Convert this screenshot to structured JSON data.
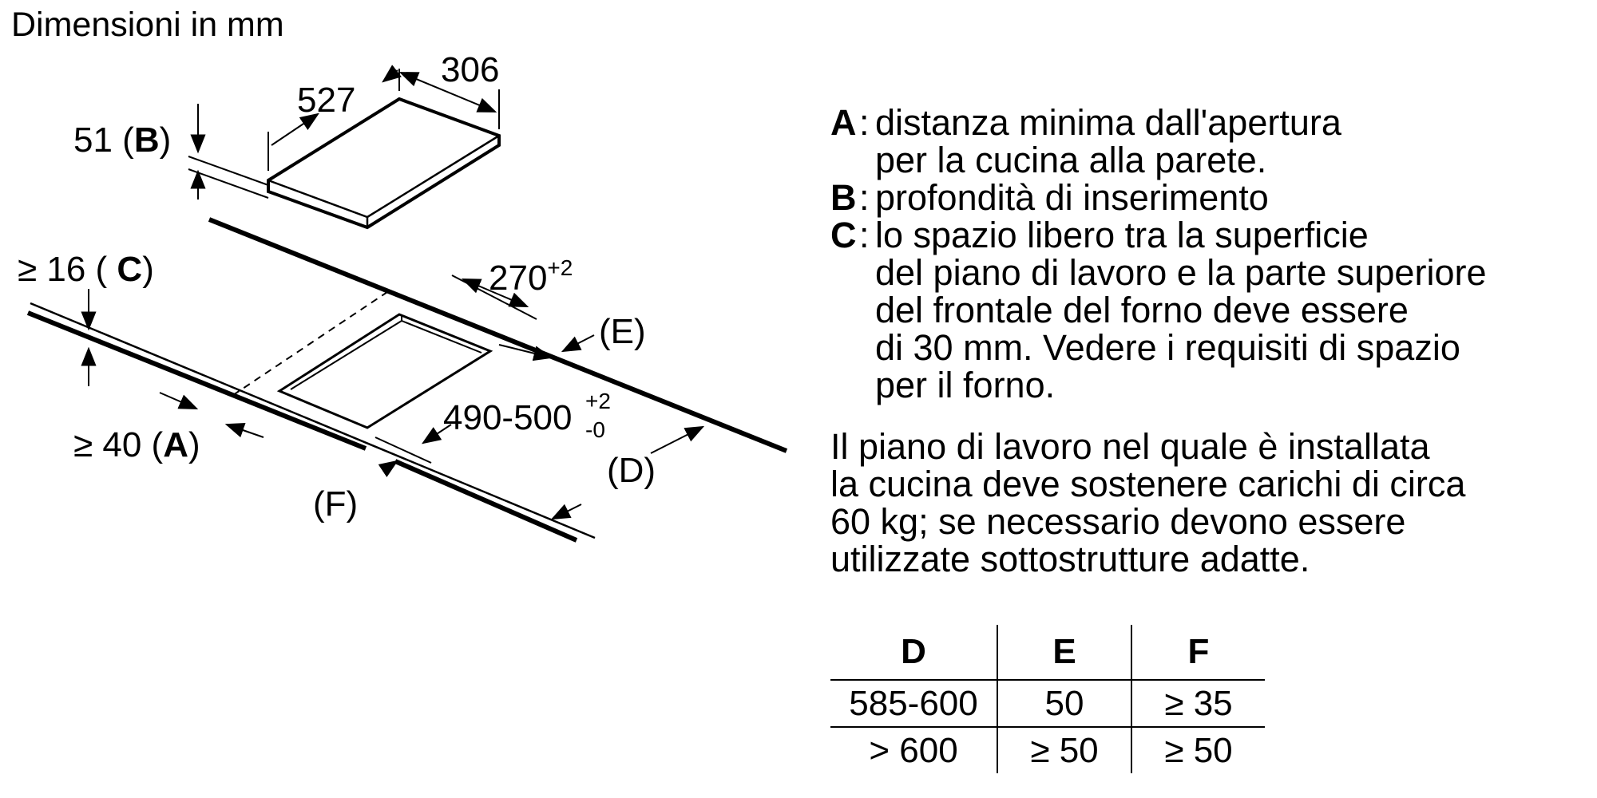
{
  "title": "Dimensioni in mm",
  "diagram": {
    "dim_306": "306",
    "dim_527": "527",
    "dim_51": "51 (",
    "dim_B": "B",
    "dim_51_close": ")",
    "dim_16": "≥ 16 ( ",
    "dim_C": "C",
    "dim_16_close": ")",
    "dim_270": "270",
    "dim_270_sup": "+2",
    "label_E": "(E)",
    "dim_490": "490-500",
    "dim_490_sup": "+2",
    "dim_490_sub": "-0",
    "dim_40": "≥ 40 (",
    "dim_A": "A",
    "dim_40_close": ")",
    "label_D": "(D)",
    "label_F": "(F)"
  },
  "legend": [
    {
      "key": "A",
      "text": "distanza minima dall'apertura\nper la cucina alla parete."
    },
    {
      "key": "B",
      "text": "profondità di inserimento"
    },
    {
      "key": "C",
      "text": "lo spazio libero tra la superficie\ndel piano di lavoro e la parte superiore\ndel frontale del forno deve essere\ndi 30 mm. Vedere i requisiti di spazio\nper il forno."
    }
  ],
  "legend_sep": ":",
  "note": "Il piano di lavoro nel quale è installata\nla cucina deve sostenere carichi di circa\n60 kg; se necessario devono essere\nutilizzate sottostrutture adatte.",
  "table": {
    "headers": [
      "D",
      "E",
      "F"
    ],
    "rows": [
      [
        "585-600",
        "50",
        "≥ 35"
      ],
      [
        "> 600",
        "≥ 50",
        "≥ 50"
      ]
    ]
  }
}
